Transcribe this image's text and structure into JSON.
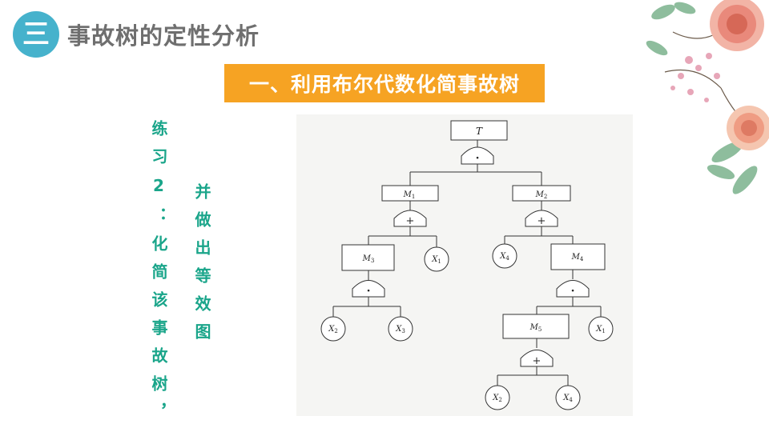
{
  "header": {
    "badge_text": "三",
    "section_title": "事故树的定性分析"
  },
  "banner": {
    "text": "一、利用布尔代数化简事故树"
  },
  "exercise": {
    "column1": "练习2：化简该事故树，",
    "column2": "并做出等效图"
  },
  "tree": {
    "top": "T",
    "gates": {
      "and": "·",
      "or": "+"
    },
    "nodes": [
      {
        "main": "M",
        "sub": "1"
      },
      {
        "main": "M",
        "sub": "2"
      },
      {
        "main": "M",
        "sub": "3"
      },
      {
        "main": "X",
        "sub": "1"
      },
      {
        "main": "X",
        "sub": "4"
      },
      {
        "main": "M",
        "sub": "4"
      },
      {
        "main": "X",
        "sub": "2"
      },
      {
        "main": "X",
        "sub": "3"
      },
      {
        "main": "M",
        "sub": "5"
      },
      {
        "main": "X",
        "sub": "1"
      },
      {
        "main": "X",
        "sub": "2"
      },
      {
        "main": "X",
        "sub": "4"
      }
    ]
  },
  "colors": {
    "accent_blue": "#46b2cc",
    "banner_orange": "#f6a323",
    "text_green": "#1aa58a"
  }
}
